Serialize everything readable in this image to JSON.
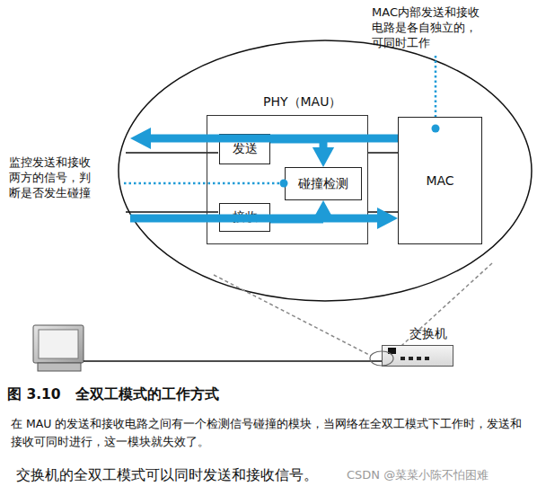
{
  "diagram": {
    "caption": "图 3.10　全双工模式的工作方式",
    "nodes": [
      {
        "text": [
          "PHY（MAU）"
        ]
      },
      {
        "text": [
          "发送"
        ],
        "in": 0
      },
      {
        "text": [
          "碰撞检测"
        ],
        "in": 0
      },
      {
        "text": [
          "接收"
        ],
        "in": 0
      },
      {
        "text": [
          "MAC"
        ]
      },
      {
        "text": [
          "交换机"
        ]
      }
    ],
    "edges": [
      {
        "from": 1,
        "to": 2,
        "arrow": "to"
      },
      {
        "from": 3,
        "to": 2,
        "arrow": "to"
      },
      {
        "from": 0,
        "to": 4,
        "arrow": "none"
      },
      {
        "from": 0,
        "to": 4,
        "arrow": "none"
      }
    ],
    "labels": [
      "MAC内部发送和接收电路是各自独立的，可同时工作",
      "监控发送和接收两方的信号，判断是否发生碰撞",
      "在 MAU 的发送和接收电路之间有一个检测信号碰撞的模块，当网络在全双工模式下工作时，发送和接收可同时进行，这一模块就失效了。",
      "交换机的全双工模式可以同时发送和接收信号。",
      "CSDN @菜菜小陈不怕困难"
    ]
  }
}
